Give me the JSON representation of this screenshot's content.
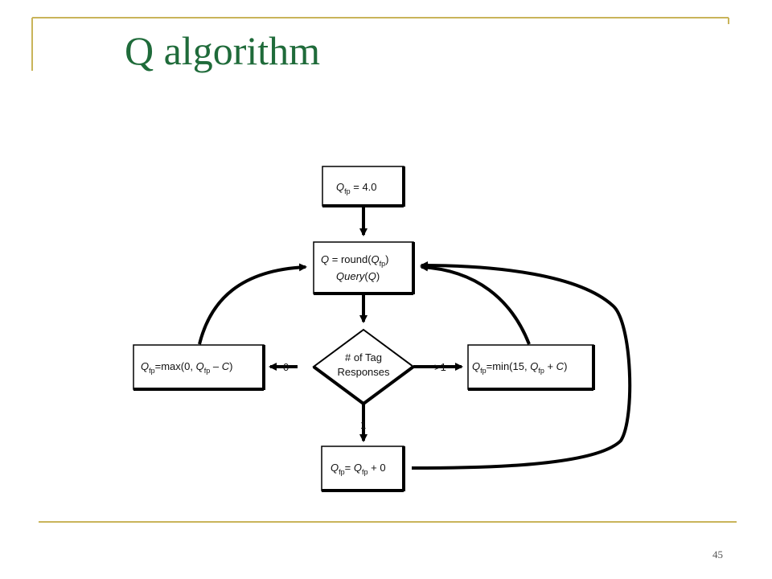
{
  "slide": {
    "title": "Q algorithm",
    "page_number": "45"
  },
  "diagram": {
    "init": {
      "sym": "Q",
      "sub": "fp",
      "rest": " = 4.0"
    },
    "query": {
      "line1_pre": "Q",
      "line1_mid": " = round(",
      "line1_sym": "Q",
      "line1_sub": "fp",
      "line1_post": ")",
      "line2_fn": "Query",
      "line2_open": "(",
      "line2_arg": "Q",
      "line2_close": ")"
    },
    "decision": {
      "line1": "# of Tag",
      "line2": "Responses"
    },
    "left_box": {
      "sym": "Q",
      "sub": "fp",
      "mid": "=max(0, ",
      "sym2": "Q",
      "sub2": "fp",
      "post": " – ",
      "c": "C",
      "close": ")"
    },
    "right_box": {
      "sym": "Q",
      "sub": "fp",
      "mid": "=min(15, ",
      "sym2": "Q",
      "sub2": "fp",
      "post": " + ",
      "c": "C",
      "close": ")"
    },
    "bottom_box": {
      "sym": "Q",
      "sub": "fp",
      "mid": "= ",
      "sym2": "Q",
      "sub2": "fp",
      "post": " + 0"
    },
    "edge_labels": {
      "zero": "0",
      "greater_one": ">1",
      "one": "1"
    }
  }
}
